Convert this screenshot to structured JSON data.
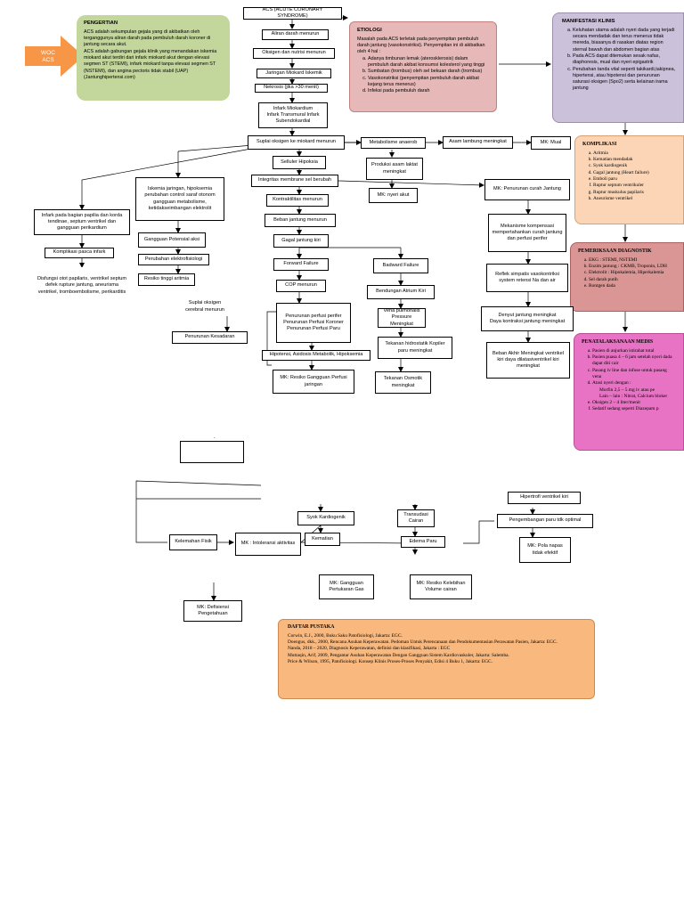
{
  "woc": {
    "line1": "WOC",
    "line2": "ACS"
  },
  "pengertian": {
    "title": "PENGERTIAN",
    "p1": "ACS adalah sekumpulan gejala yang di akibatkan oleh terganggunya aliran darah pada pembuluh darah koroner di jantung secara akut.",
    "p2": "ACS adalah gabungan gejala klinik yang menandakan iskemia miokard akut terdiri dari infark miokard akut dengan elevasi segmen ST (STEMI), infark miokard tanpa elevasi segmen ST (NSTEMI), dan angina pectoris tidak stabil (UAP) (Jantunghipertensi.com)"
  },
  "etiologi": {
    "title": "ETIOLOGI",
    "intro": "Masalah pada ACS terletak pada penyempitan pembuluh darah jantung (vasokonstriksi). Penyempitan ini di akibatkan oleh 4 hal :",
    "items": [
      "Adanya timbunan lemak (aterosklerosis) dalam pembuluh darah akibat konsumsi kolesterol yang tinggi",
      "Sumbatan (trombus) oleh sel bekuan darah (trombus)",
      "Vasokonstriksi (penyempitan pembuluh darah akibat kejang terus menerus)",
      "Infeksi pada pembuluh darah"
    ]
  },
  "manifestasi": {
    "title": "MANIFESTASI KLINIS",
    "items": [
      "Keluhatan utama adalah nyeri dada yang terjadi secara mendadak dan terus menerus tidak mereda, biasanya di rasakan diatas region sternal bawah dan abdomen bagian atas",
      "Pada ACS dapat ditemukan sesak nafas, diaphoresis, mual dan nyeri epigastrik",
      "Perubahan tanda vital seperti takikardi,takipnea, hipertensi, atau hipotensi dan penurunan saturasi oksigen (Spo2) serta kelainan irama jantung"
    ]
  },
  "komplikasi": {
    "title": "KOMPLIKASI",
    "items": [
      "Aritmia",
      "Kematian mendadak",
      "Syok kardiogenik",
      "Gagal jantung (Heart failure)",
      "Emboli paru",
      "Ruptur septum ventrikuler",
      "Ruptur muskulus papilaris",
      "Aneurisme ventrikel"
    ]
  },
  "pemeriksaan": {
    "title": "PEMERIKSAAN DIAGNOSTIK",
    "items": [
      "EKG : STEMI, NSTEMI",
      "Enzim jantung : CKMB, Troponin, LDH",
      "Elektrolit : Hipokalemia, Hiperkalemia",
      "Sel darah putih",
      "Rontgen dada"
    ]
  },
  "penatalaksanaan": {
    "title": "PENATALAKSANAAN MEDIS",
    "items": [
      "Pasien di anjurkan istirahat total",
      "Pasien puasa 4 – 6 jam setelah nyeri dada dapat diti cair",
      "Pasang iv line dan infuse untuk pasang vena",
      "Atasi nyeri dengan :",
      "Oksigen 2 – 4 liter/menit",
      "Sedatif sedang seperti Diazepam p"
    ],
    "sub": [
      "Morfin 2,5 – 5 mg iv atau pe",
      "Lain – lain : Nitrat, Calcium bloker"
    ]
  },
  "daftar": {
    "title": "DAFTAR PUSTAKA",
    "refs": [
      "Corwin, E.J., 2000, Buku Saku Patofisiologi, Jakarta: EGC.",
      "Doengus, dkk., 2000, Rencana Asuhan Keperawatan. Pedoman Untuk Perencanaan dan Pendokumentasian Perawatan Pasien, Jakarta: EGC.",
      "Nanda, 2018 – 2020, Diagnosis Keperawatan, definisi dan klasifikasi, Jakarta : EGC",
      "Muttaqin, Arif, 2009, Pengantar Asuhan Keperawatan Dengan Gangguan Sistem Kardiovaskuler, Jakarta: Salemba.",
      "Price & Wilson, 1995, Patofisiologi. Konsep Klinis Proses-Proses Penyakit, Edisi 4 Buku 1, Jakarta: EGC."
    ]
  },
  "nodes": {
    "acs": "ACS (ACUTE CORONARY SYNDROME)",
    "aliran": "Aliran darah menurun",
    "oksigen": "Oksigen dan nutrisi menurun",
    "jaringan": "Jaringan Miokard Iskemik",
    "nekrosis": "Nekrosis (jika >30 menit)",
    "infark": "Infark Miokardium\nInfark Transmural Infark\nSubendokardial",
    "suplai": "Suplai oksigen ke miokard menurun",
    "metabolisme": "Metabolisme anaerob",
    "asam": "Asam lambung meningkat",
    "mual": "MK: Mual",
    "seluler": "Selluler Hipoksia",
    "produksi": "Produksi asam laktat meningkat",
    "nyeri": "MK: nyeri akut",
    "integritas": "Integritas membrane sel berubah",
    "kontraktilitas": "Kontraktilitas menurun",
    "beban": "Beban jantung menurun",
    "gagal": "Gagal jantung kiri",
    "forward": "Forward Failure",
    "backward": "Badward Failure",
    "cop": "COP menurun",
    "bendungan": "Bendungan Atrium Kiri",
    "vena": "Vena pulmonalis Pressure Meningkat",
    "tekanan_h": "Tekanan hidrostatik Kopiler paru meningkat",
    "tekanan_o": "Tekanan Osmotik meningkat",
    "penurunan_perfusi": "Penurunan perfusi perifer\nPenurunan Perfusi Koroner\nPenurunan Perfusi Paru",
    "hipotensi": "Hipotensi, Asidosis Metabolik, Hipoksemia",
    "mk_resiko": "MK: Resiko Gangguan Perfusi jaringan",
    "suplai_oks": "Suplai oksigen cerebral menurun",
    "penurunan_kes": "Penurunan Kesadaran",
    "iskemia": "Iskemia jaringan, hipoksemia perubahan control saraf otonom gangguan metabolisme, ketidakseimbangan elektrolit",
    "gangguan_pot": "Gangguan Potensial aksi",
    "perubahan_elek": "Perubahan elektrofisiologi",
    "resiko_aritmia": "Resiko tinggi aritmia",
    "infark_papila": "Infark pada bagian papilia dan korda tendinae, septum ventrikel dan gangguan perikardium",
    "komplikasi_pasca": "Komplikasi pasca infark",
    "disfungsi": "Disfungsi otot papilaris, ventrikel septum defek rupture jantung, aneurisma ventrikel, tromboembolisme, perikarditis",
    "mk_curah": "MK: Penurunan curah Jantung",
    "mekanisme": "Mekanisme kompensasi mempertahankan curah jantung dan perfusi perifer",
    "refleks": "Reflek simpatis vasokontriksi system retensi Na dan air",
    "denyut": "Denyut jantung meningkat\nDaya kontraksi jantung meningkat",
    "beban_akhir": "Beban Akhir Meningkat ventrikel kiri daya dilatasiventrikel kiri meningkat",
    "hipertrofi": "Hipertrofi ventrikel kiri",
    "pengembangan": "Pengembangan paru tdk optimal",
    "mk_pola": "MK: Pola napas tidak efektif",
    "syok": "Syok Kardiogenik",
    "kematian": "Kematian",
    "transudasi": "Transudasi Cairan",
    "edema": "Edema Paru",
    "mk_gangguan": "MK: Gangguan Pertukaran Gas",
    "mk_resiko_kel": "MK: Resiko Kelebihan Volume cairan",
    "kelemahan": "Kelemahan Fisik",
    "mk_intoleransi": "MK : Intoleransi aktivitas",
    "mk_defisiensi": "MK: Defisiensi Pengetahuan"
  },
  "dot": ".",
  "colors": {
    "green": "#c3d69b",
    "pink": "#e6b9b8",
    "lavender": "#ccc1da",
    "peach": "#fbd5b5",
    "rose": "#d99694",
    "magenta": "#e873c4",
    "orange": "#f9b97e",
    "arrow": "#f79646"
  }
}
